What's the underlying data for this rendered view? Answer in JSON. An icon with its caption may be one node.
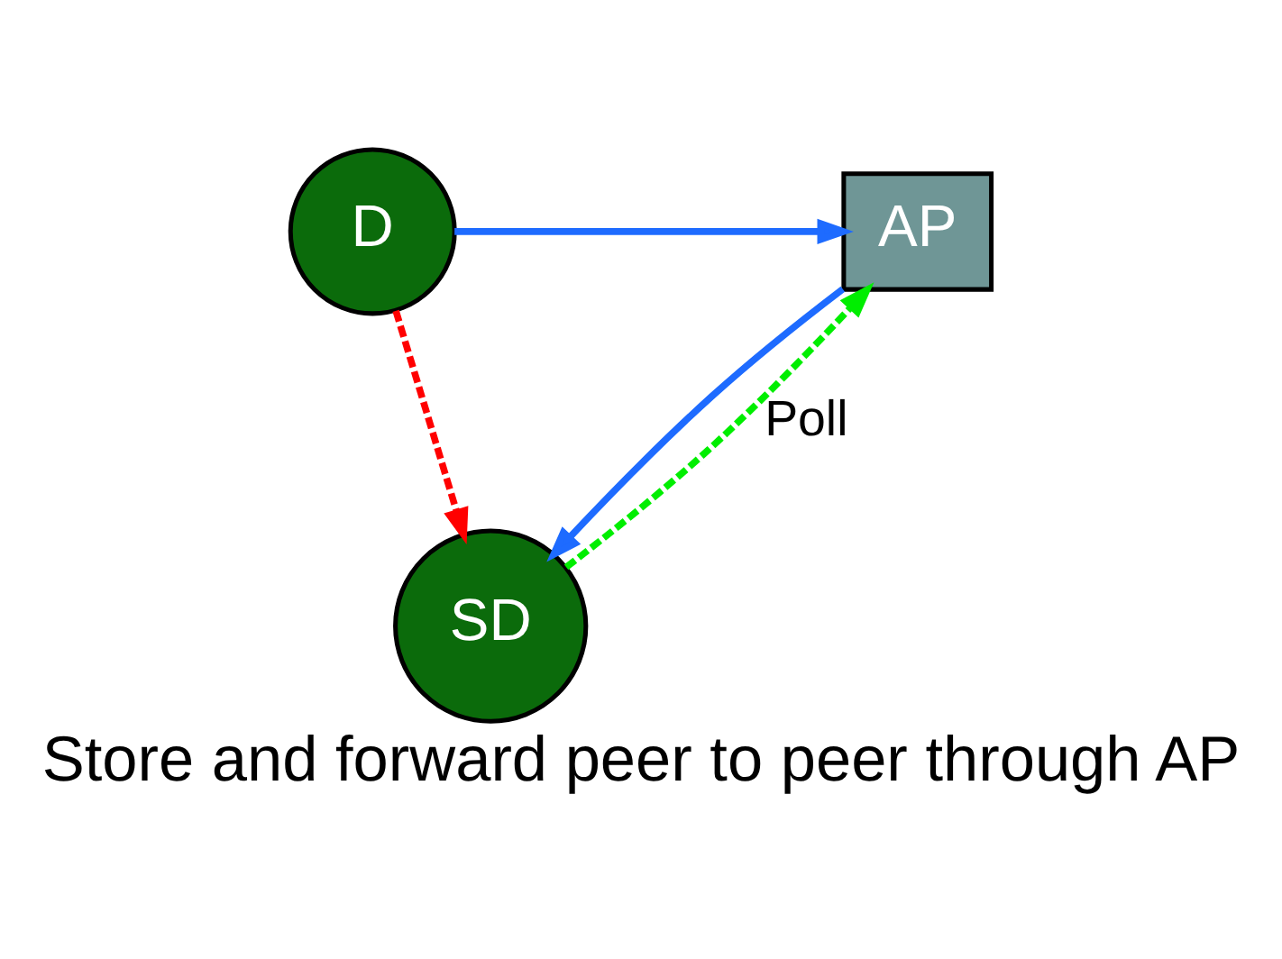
{
  "diagram": {
    "caption": "Store and forward peer to peer through AP",
    "nodes": [
      {
        "text": [
          "D"
        ]
      },
      {
        "text": [
          "AP"
        ]
      },
      {
        "text": [
          "SD"
        ]
      }
    ],
    "edges": [
      {
        "from": 0,
        "to": 1,
        "arrow": "to"
      },
      {
        "from": 0,
        "to": 2,
        "arrow": "to",
        "style": "dashed",
        "color": "#ff0000"
      },
      {
        "from": 1,
        "to": 2,
        "arrow": "to"
      },
      {
        "from": 2,
        "to": 1,
        "arrow": "to",
        "label": "Poll",
        "style": "dashed",
        "color": "#00ee00"
      }
    ]
  }
}
